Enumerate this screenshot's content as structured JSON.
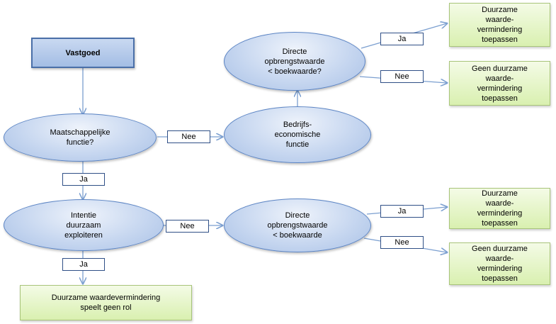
{
  "nodes": {
    "vastgoed": "Vastgoed",
    "maatschappelijke": "Maatschappelijke\nfunctie?",
    "bedrijfs": "Bedrijfs-\neconomische\nfunctie",
    "directe_top": "Directe\nopbrengstwaarde\n< boekwaarde?",
    "duurzame_top": "Duurzame\nwaarde-\nvermindering\ntoepassen",
    "geen_top": "Geen duurzame\nwaarde-\nvermindering\ntoepassen",
    "intentie": "Intentie\nduurzaam\nexploiteren",
    "directe_bottom": "Directe\nopbrengstwaarde\n< boekwaarde",
    "duurzame_bottom": "Duurzame\nwaarde-\nvermindering\ntoepassen",
    "geen_bottom": "Geen duurzame\nwaarde-\nvermindering\ntoepassen",
    "geen_rol": "Duurzame waardevermindering\nspeelt geen rol"
  },
  "labels": {
    "nee_1": "Nee",
    "ja_top": "Ja",
    "nee_top": "Nee",
    "ja_1": "Ja",
    "nee_2": "Nee",
    "ja_bottom": "Ja",
    "nee_bottom": "Nee",
    "ja_2": "Ja"
  },
  "colors": {
    "ellipse_border": "#5b84c4",
    "connector": "#7b9fd0",
    "label_border": "#2f4f86",
    "box_green": "#d9f0b0"
  }
}
